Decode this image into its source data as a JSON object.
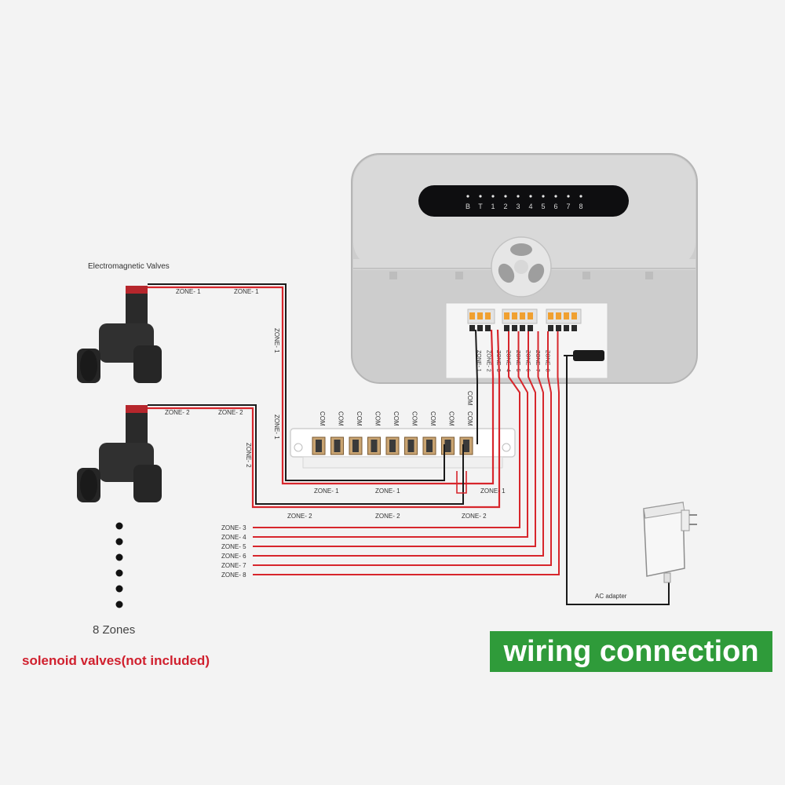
{
  "valves_title": "Electromagnetic Valves",
  "zones_count_label": "8 Zones",
  "note": "solenoid valves(not included)",
  "banner": "wiring connection",
  "adapter_label": "AC adapter",
  "com_label": "COM",
  "zone1_label": "ZONE- 1",
  "zone2_label": "ZONE- 2",
  "controller_leds": [
    "B",
    "T",
    "1",
    "2",
    "3",
    "4",
    "5",
    "6",
    "7",
    "8"
  ],
  "terminal_labels": [
    "ZONE- 1",
    "ZONE- 2",
    "ZONE- 3",
    "ZONE- 4",
    "ZONE- 5",
    "ZONE- 6",
    "ZONE- 7",
    "ZONE- 8"
  ],
  "zone_wire_labels": [
    "ZONE- 3",
    "ZONE- 4",
    "ZONE- 5",
    "ZONE- 6",
    "ZONE- 7",
    "ZONE- 8"
  ],
  "com_strip_count": 9,
  "colors": {
    "wire_red": "#d7262c",
    "wire_black": "#1a1a1a",
    "banner_green": "#2f9b3a",
    "note_red": "#d0202e",
    "housing": "#cfcfcf"
  }
}
